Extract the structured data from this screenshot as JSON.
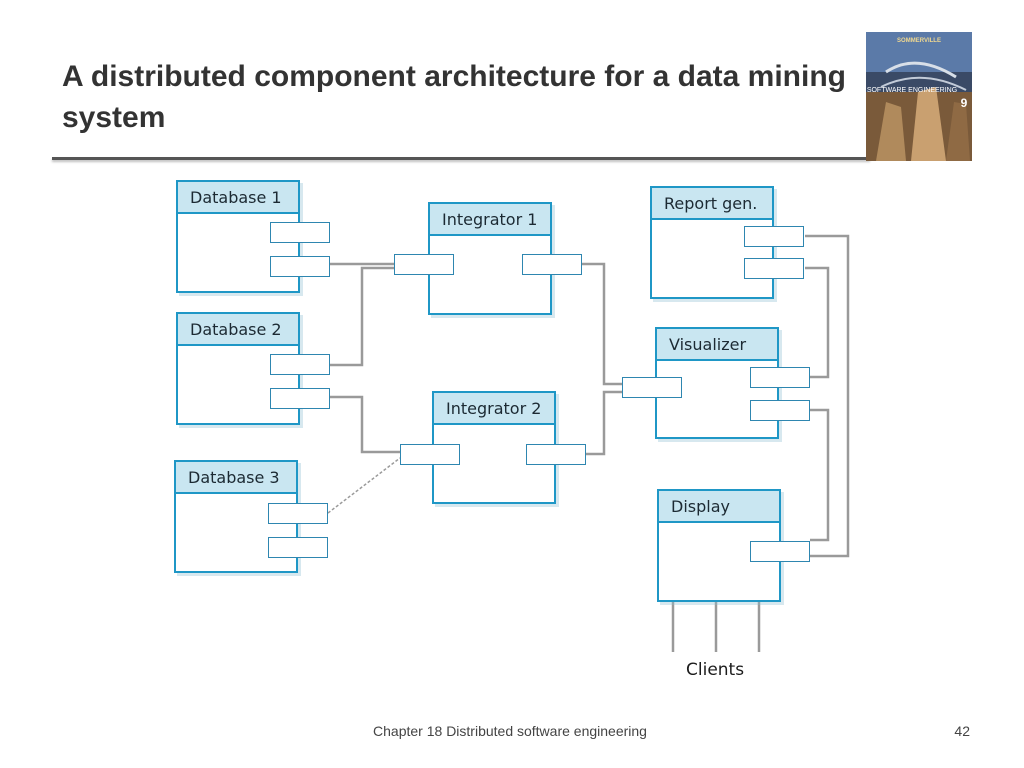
{
  "slide": {
    "title": "A distributed component architecture for a data mining system",
    "footer": "Chapter 18 Distributed software engineering",
    "page_number": "42"
  },
  "book_cover": {
    "top_text": "SOMMERVILLE",
    "title": "SOFTWARE ENGINEERING",
    "edition": "9"
  },
  "components": {
    "database1": "Database 1",
    "database2": "Database 2",
    "database3": "Database 3",
    "integrator1": "Integrator 1",
    "integrator2": "Integrator 2",
    "report_gen": "Report gen.",
    "visualizer": "Visualizer",
    "display": "Display"
  },
  "clients_label": "Clients",
  "colors": {
    "component_border": "#1f97c6",
    "component_header": "#c9e6f1",
    "connector": "#9a9a9a"
  }
}
